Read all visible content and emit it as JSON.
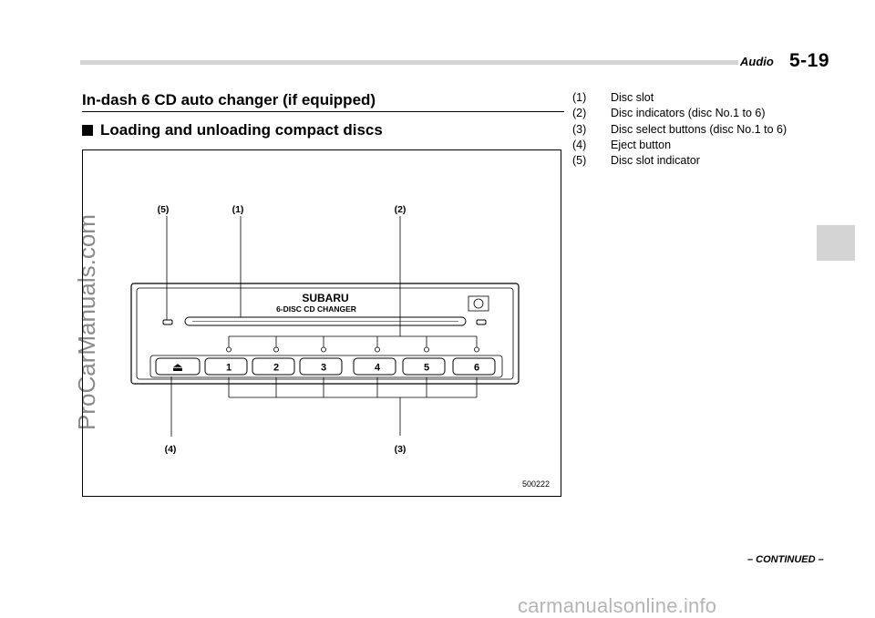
{
  "header": {
    "section": "Audio",
    "page": "5-19"
  },
  "watermark_left": "ProCarManuals.com",
  "watermark_bottom": "carmanualsonline.info",
  "title": "In-dash 6 CD auto changer (if equipped)",
  "subsection": "Loading and unloading compact discs",
  "figure": {
    "id": "500222",
    "brand": "SUBARU",
    "model": "6-DISC CD CHANGER",
    "callouts": {
      "c1": "(1)",
      "c2": "(2)",
      "c3": "(3)",
      "c4": "(4)",
      "c5": "(5)"
    },
    "buttons": [
      "1",
      "2",
      "3",
      "4",
      "5",
      "6"
    ],
    "eject_symbol": "⏏"
  },
  "legend": [
    {
      "num": "(1)",
      "text": "Disc slot"
    },
    {
      "num": "(2)",
      "text": "Disc indicators (disc No.1 to 6)"
    },
    {
      "num": "(3)",
      "text": "Disc select buttons (disc No.1 to 6)"
    },
    {
      "num": "(4)",
      "text": "Eject button"
    },
    {
      "num": "(5)",
      "text": "Disc slot indicator"
    }
  ],
  "continued": "– CONTINUED –"
}
